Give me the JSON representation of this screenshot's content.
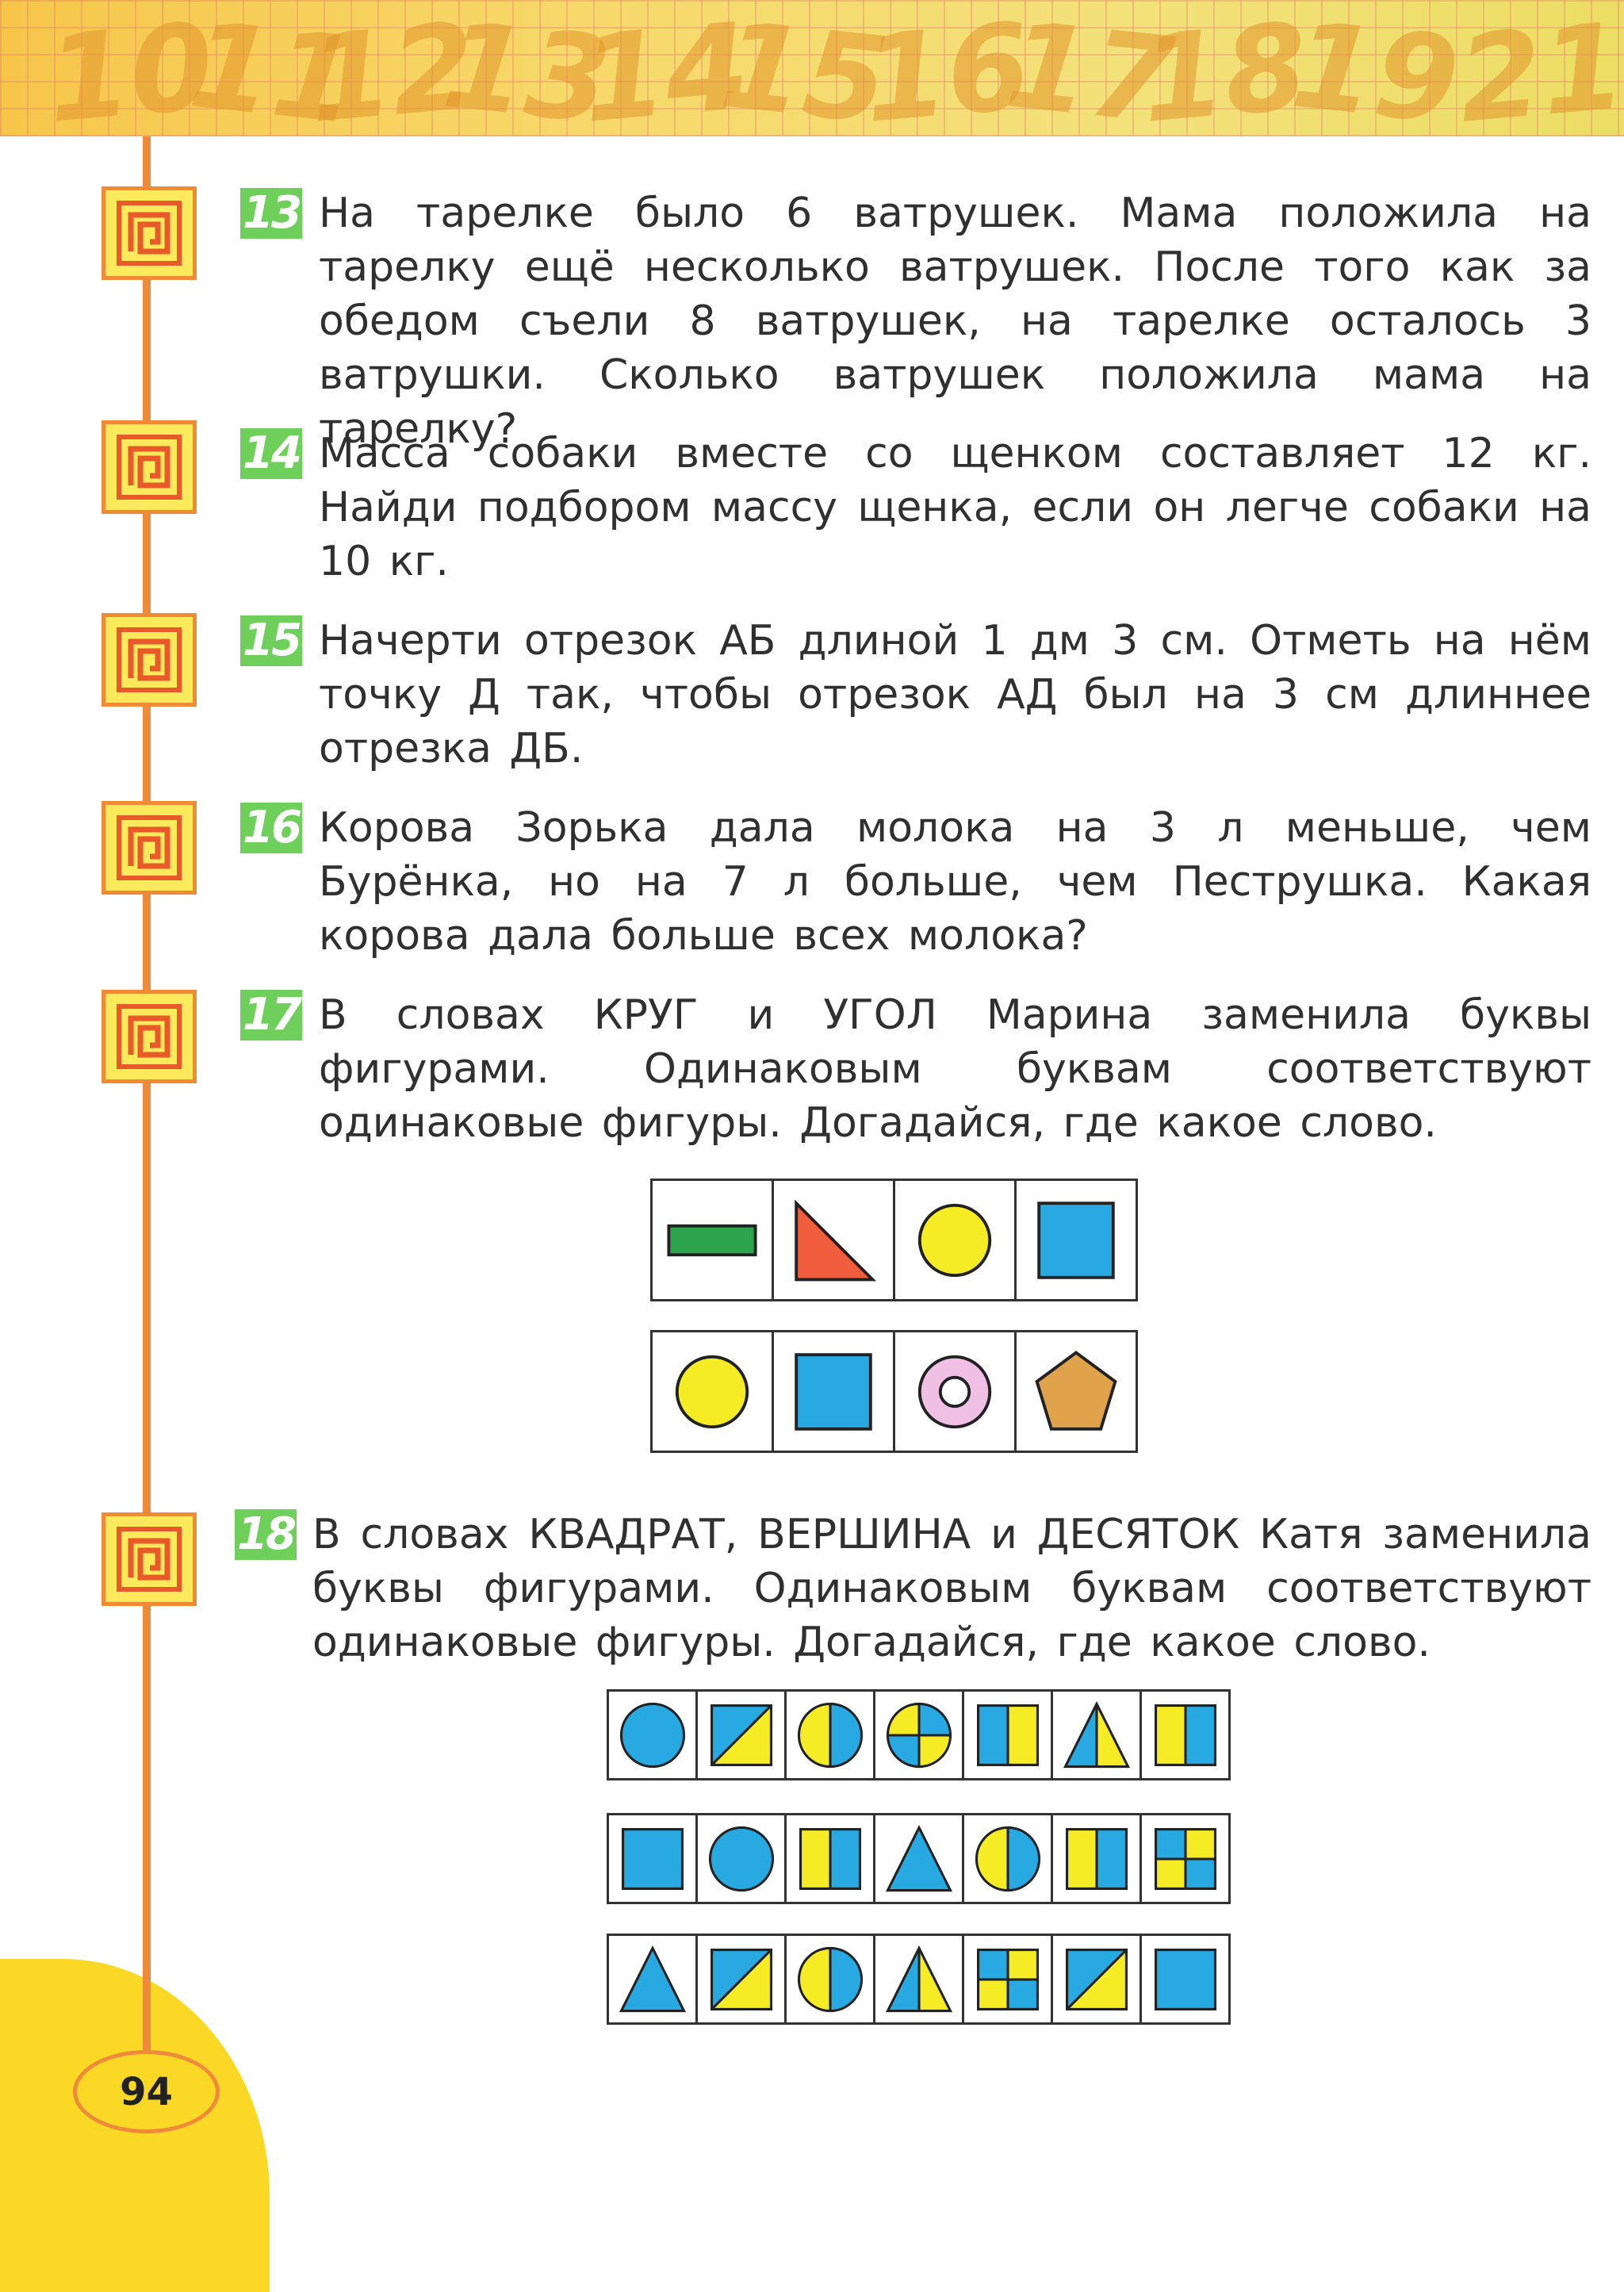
{
  "header": {
    "numbers": [
      "10",
      "11",
      "12",
      "13",
      "14",
      "15",
      "16",
      "17",
      "18",
      "19",
      "21"
    ]
  },
  "tasks": [
    {
      "number": "13",
      "text": "На тарелке было 6 ватрушек. Мама положила на тарелку ещё несколько ватрушек. После того как за обедом съели 8 ватрушек, на тарелке осталось 3 ватрушки. Сколько ватрушек положила мама на тарелку?"
    },
    {
      "number": "14",
      "text": "Масса собаки вместе со щенком составляет 12 кг. Найди подбором массу щенка, если он легче собаки на 10 кг."
    },
    {
      "number": "15",
      "text": "Начерти отрезок АБ длиной 1 дм 3 см. Отметь на нём точку Д так, чтобы отрезок АД был на 3 см длиннее отрезка ДБ."
    },
    {
      "number": "16",
      "text": "Корова Зорька дала молока на 3 л меньше, чем Бурёнка, но на 7 л больше, чем Пеструшка. Какая корова дала больше всех молока?"
    },
    {
      "number": "17",
      "text": "В словах КРУГ и УГОЛ Марина заменила буквы фигурами. Одинаковым буквам соответствуют одинаковые фигуры. Догадайся, где какое слово."
    },
    {
      "number": "18",
      "text": "В словах КВАДРАТ, ВЕРШИНА и ДЕСЯТОК Катя заменила буквы фигурами. Одинаковым буквам соответствуют одинаковые фигуры. Догадайся, где какое слово."
    }
  ],
  "task17_rows": [
    [
      "green-rectangle",
      "red-triangle",
      "yellow-circle",
      "blue-square"
    ],
    [
      "yellow-circle",
      "blue-square",
      "pink-ring",
      "orange-pentagon"
    ]
  ],
  "task18_rows": [
    [
      "blue-circle",
      "square-diagonal",
      "circle-half",
      "circle-quarters",
      "square-half",
      "triangle-half",
      "square-half-yellow-left"
    ],
    [
      "blue-square",
      "blue-circle",
      "square-half-yellow-left",
      "blue-triangle",
      "circle-half",
      "square-half-yellow-left",
      "square-quarters"
    ],
    [
      "blue-triangle",
      "square-diagonal",
      "circle-half",
      "triangle-half",
      "square-quarters",
      "square-diagonal",
      "blue-square"
    ]
  ],
  "colors": {
    "blue": "#29a9e1",
    "yellow": "#f6ec26",
    "green": "#2ea44f",
    "red": "#ef5d3c",
    "pink": "#efc0e4",
    "orange": "#e0a24a",
    "task_badge": "#6ed05a",
    "timeline": "#ef8a3a"
  },
  "page_number": "94"
}
